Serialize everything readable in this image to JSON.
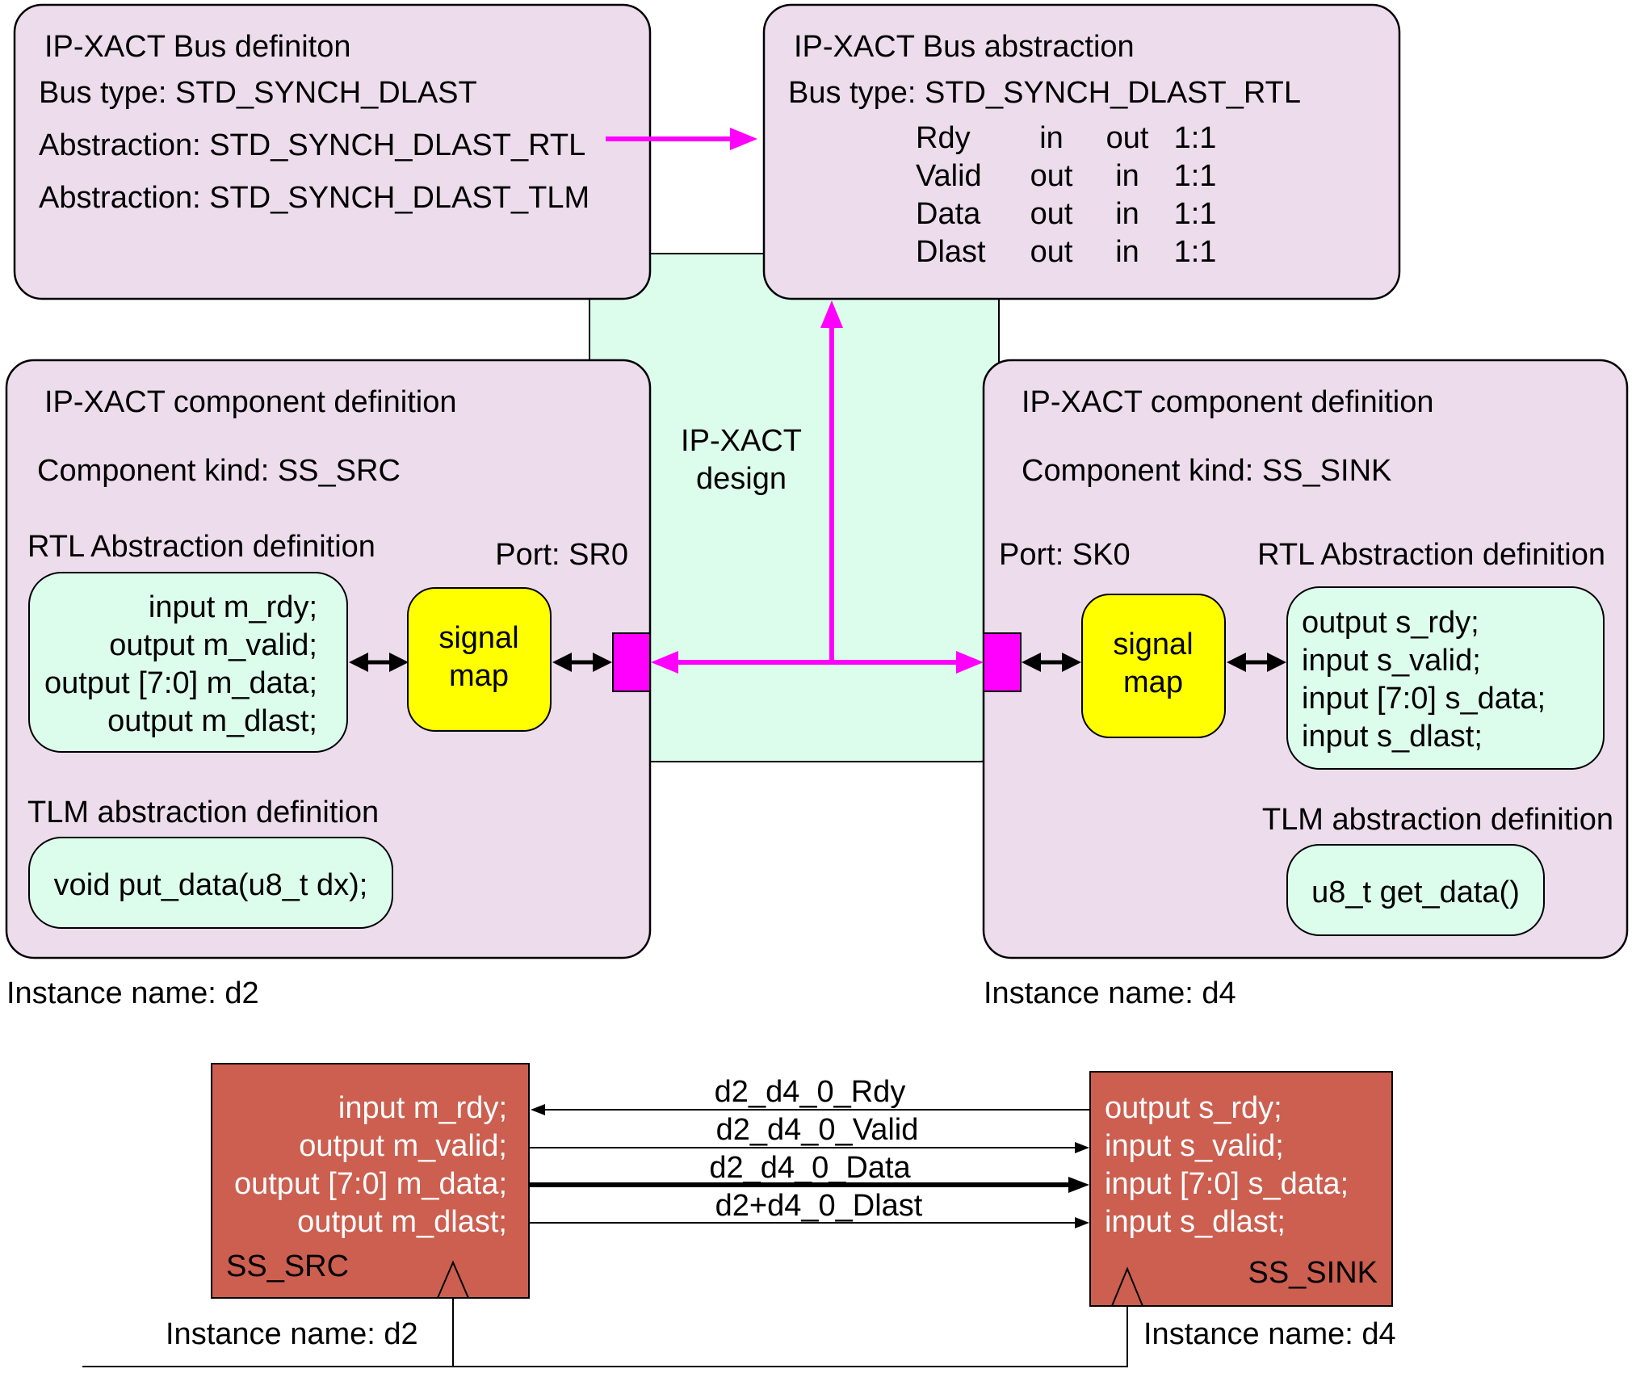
{
  "colors": {
    "panel": "#ecdcec",
    "design_area": "#dcfcec",
    "code_box": "#dcfcec",
    "signal_map": "#ffff00",
    "port": "#ff00ff",
    "connector": "#ff00ff",
    "schematic_block": "#cc5f50",
    "outline": "#000000"
  },
  "bus_definition": {
    "title": "IP-XACT Bus definiton",
    "bus_type": "Bus type:  STD_SYNCH_DLAST",
    "abstraction_rtl": "Abstraction: STD_SYNCH_DLAST_RTL",
    "abstraction_tlm": "Abstraction: STD_SYNCH_DLAST_TLM"
  },
  "bus_abstraction": {
    "title": "IP-XACT Bus abstraction",
    "bus_type": "Bus type:  STD_SYNCH_DLAST_RTL",
    "signals": [
      {
        "name": "Rdy",
        "master": "in",
        "slave": "out",
        "ratio": "1:1"
      },
      {
        "name": "Valid",
        "master": "out",
        "slave": "in",
        "ratio": "1:1"
      },
      {
        "name": "Data",
        "master": "out",
        "slave": "in",
        "ratio": "1:1"
      },
      {
        "name": "Dlast",
        "master": "out",
        "slave": "in",
        "ratio": "1:1"
      }
    ]
  },
  "design": {
    "label_line1": "IP-XACT",
    "label_line2": "design"
  },
  "component_src": {
    "title": "IP-XACT component definition",
    "kind": "Component kind:  SS_SRC",
    "rtl_label": "RTL Abstraction definition",
    "port_label": "Port: SR0",
    "rtl_lines": [
      "input m_rdy;",
      "output m_valid;",
      "output [7:0] m_data;",
      "output m_dlast;"
    ],
    "signal_map": [
      "signal",
      "map"
    ],
    "tlm_label": "TLM abstraction definition",
    "tlm_code": "void put_data(u8_t dx);",
    "instance": "Instance name: d2"
  },
  "component_sink": {
    "title": "IP-XACT component definition",
    "kind": "Component kind:  SS_SINK",
    "rtl_label": "RTL Abstraction definition",
    "port_label": "Port: SK0",
    "rtl_lines": [
      "output s_rdy;",
      "input s_valid;",
      "input [7:0] s_data;",
      "input s_dlast;"
    ],
    "signal_map": [
      "signal",
      "map"
    ],
    "tlm_label": "TLM abstraction definition",
    "tlm_code": "u8_t get_data()",
    "instance": "Instance name: d4"
  },
  "schematic": {
    "src_block": {
      "lines": [
        "input m_rdy;",
        "output m_valid;",
        "output [7:0] m_data;",
        "output m_dlast;"
      ],
      "name": "SS_SRC",
      "instance": "Instance name: d2"
    },
    "sink_block": {
      "lines": [
        "output s_rdy;",
        "input s_valid;",
        "input [7:0] s_data;",
        "input s_dlast;"
      ],
      "name": "SS_SINK",
      "instance": "Instance name: d4"
    },
    "nets": [
      "d2_d4_0_Rdy",
      "d2_d4_0_Valid",
      "d2_d4_0_Data",
      "d2+d4_0_Dlast"
    ]
  }
}
